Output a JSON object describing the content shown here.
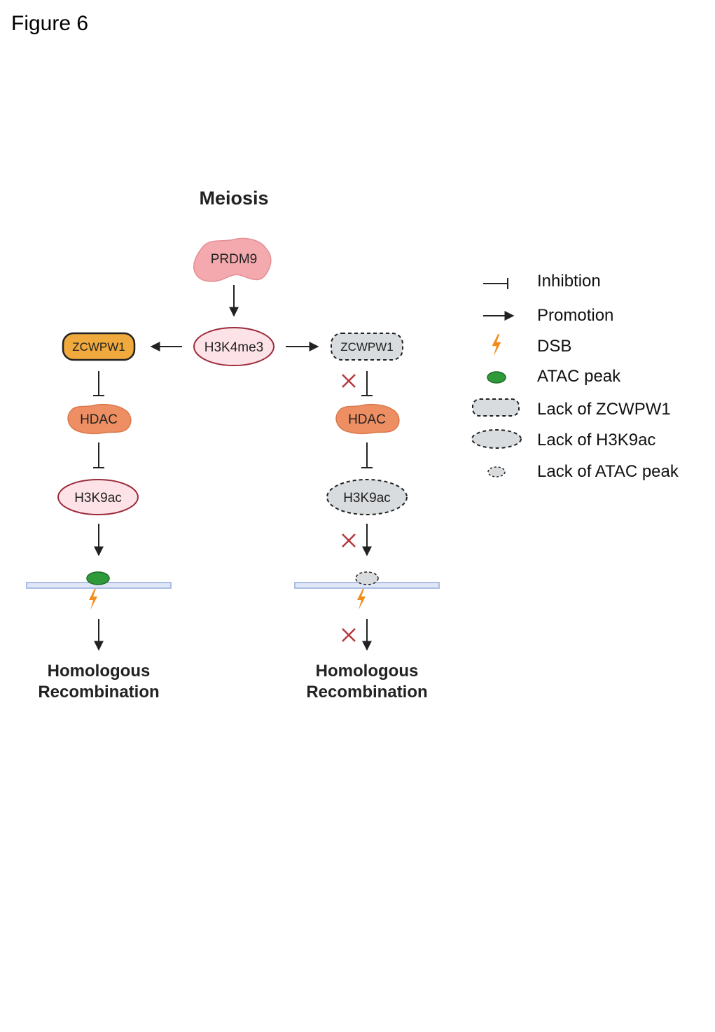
{
  "figure_label": "Figure 6",
  "title": "Meiosis",
  "nodes": {
    "prdm9": "PRDM9",
    "h3k4me3": "H3K4me3",
    "zcwpw1_left": "ZCWPW1",
    "zcwpw1_right": "ZCWPW1",
    "hdac_left": "HDAC",
    "hdac_right": "HDAC",
    "h3k9ac_left": "H3K9ac",
    "h3k9ac_right": "H3K9ac"
  },
  "outcome": {
    "left_line1": "Homologous",
    "left_line2": "Recombination",
    "right_line1": "Homologous",
    "right_line2": "Recombination"
  },
  "legend": [
    {
      "icon": "inhibition-icon",
      "label": "Inhibtion"
    },
    {
      "icon": "promotion-arrow-icon",
      "label": "Promotion"
    },
    {
      "icon": "lightning-bolt-icon",
      "label": "DSB"
    },
    {
      "icon": "green-ellipse-icon",
      "label": "ATAC peak"
    },
    {
      "icon": "dashed-rounded-rect-icon",
      "label": "Lack of ZCWPW1"
    },
    {
      "icon": "dashed-ellipse-icon",
      "label": "Lack of H3K9ac"
    },
    {
      "icon": "small-dashed-ellipse-icon",
      "label": "Lack of ATAC peak"
    }
  ],
  "colors": {
    "zcwpw1_fill": "#f0a93c",
    "hdac_fill": "#ee8f63",
    "prdm9_fill": "#f3a9ad",
    "pink_ellipse_fill": "#fde3e8",
    "pink_ellipse_stroke": "#9c2c3c",
    "lack_fill": "#d9dcdf",
    "atac_green": "#2f9a3a",
    "dna_blue": "#aebfe6",
    "dsb_orange": "#f28c1a",
    "x_red": "#b5383e"
  }
}
